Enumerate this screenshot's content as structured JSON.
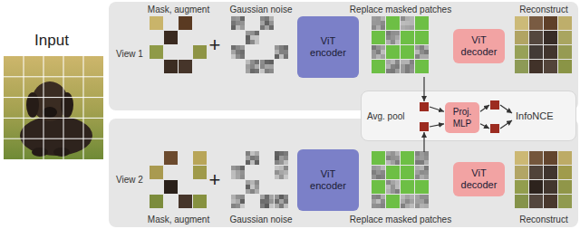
{
  "diagram": {
    "nodes": [
      {
        "text": [
          "Mask, augment",
          "View 1",
          "Gaussian noise",
          "Replace masked patches",
          "Reconstruct"
        ]
      },
      {
        "text": [
          "ViT encoder"
        ],
        "in": 0
      },
      {
        "text": [
          "ViT decoder"
        ],
        "in": 0
      },
      {
        "text": [
          "Avg. pool",
          "InfoNCE"
        ]
      },
      {
        "text": [
          "Proj. MLP"
        ],
        "in": 3
      },
      {
        "text": [
          "View 2",
          "Mask, augment",
          "Gaussian noise",
          "Replace masked patches",
          "Reconstruct"
        ]
      },
      {
        "text": [
          "ViT encoder"
        ],
        "in": 5
      },
      {
        "text": [
          "ViT decoder"
        ],
        "in": 5
      }
    ],
    "labels": [
      "Input",
      "+",
      "+"
    ]
  }
}
